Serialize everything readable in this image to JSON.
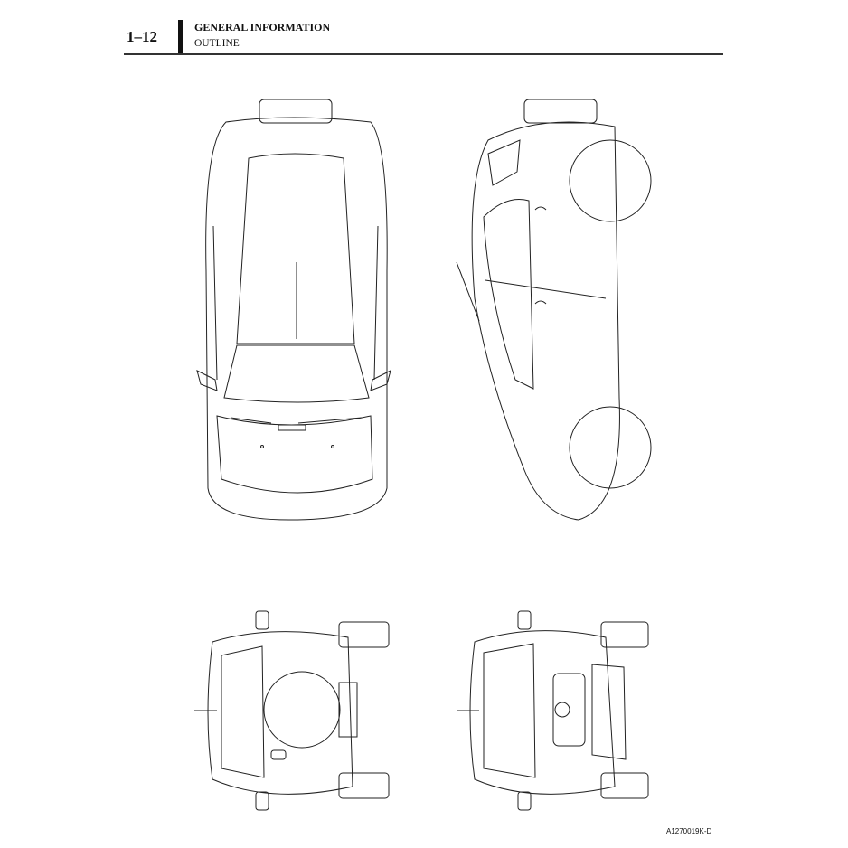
{
  "header": {
    "page_number": "1–12",
    "section": "GENERAL INFORMATION",
    "subsection": "OUTLINE"
  },
  "figure": {
    "code": "A1270019K-D",
    "views": [
      "top-view",
      "side-view",
      "rear-view",
      "front-view"
    ]
  }
}
